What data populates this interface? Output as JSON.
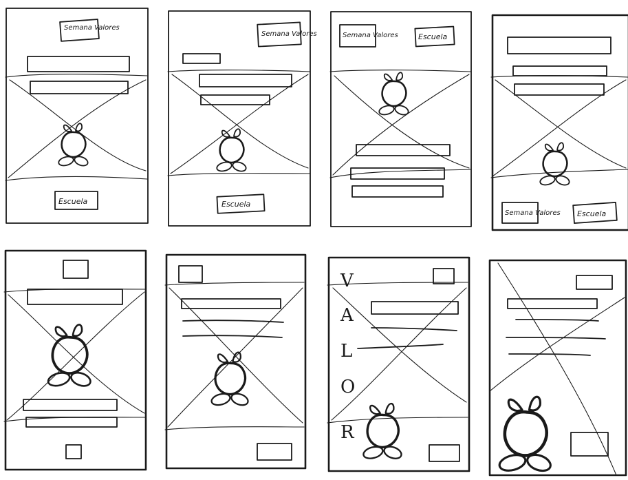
{
  "labels": {
    "escuela": "Escuela",
    "semana_valores": "Semana Valores",
    "valor_letters": [
      "V",
      "A",
      "L",
      "O",
      "R"
    ]
  },
  "colors": {
    "ink": "#1a1a1a",
    "paper": "#ffffff"
  }
}
